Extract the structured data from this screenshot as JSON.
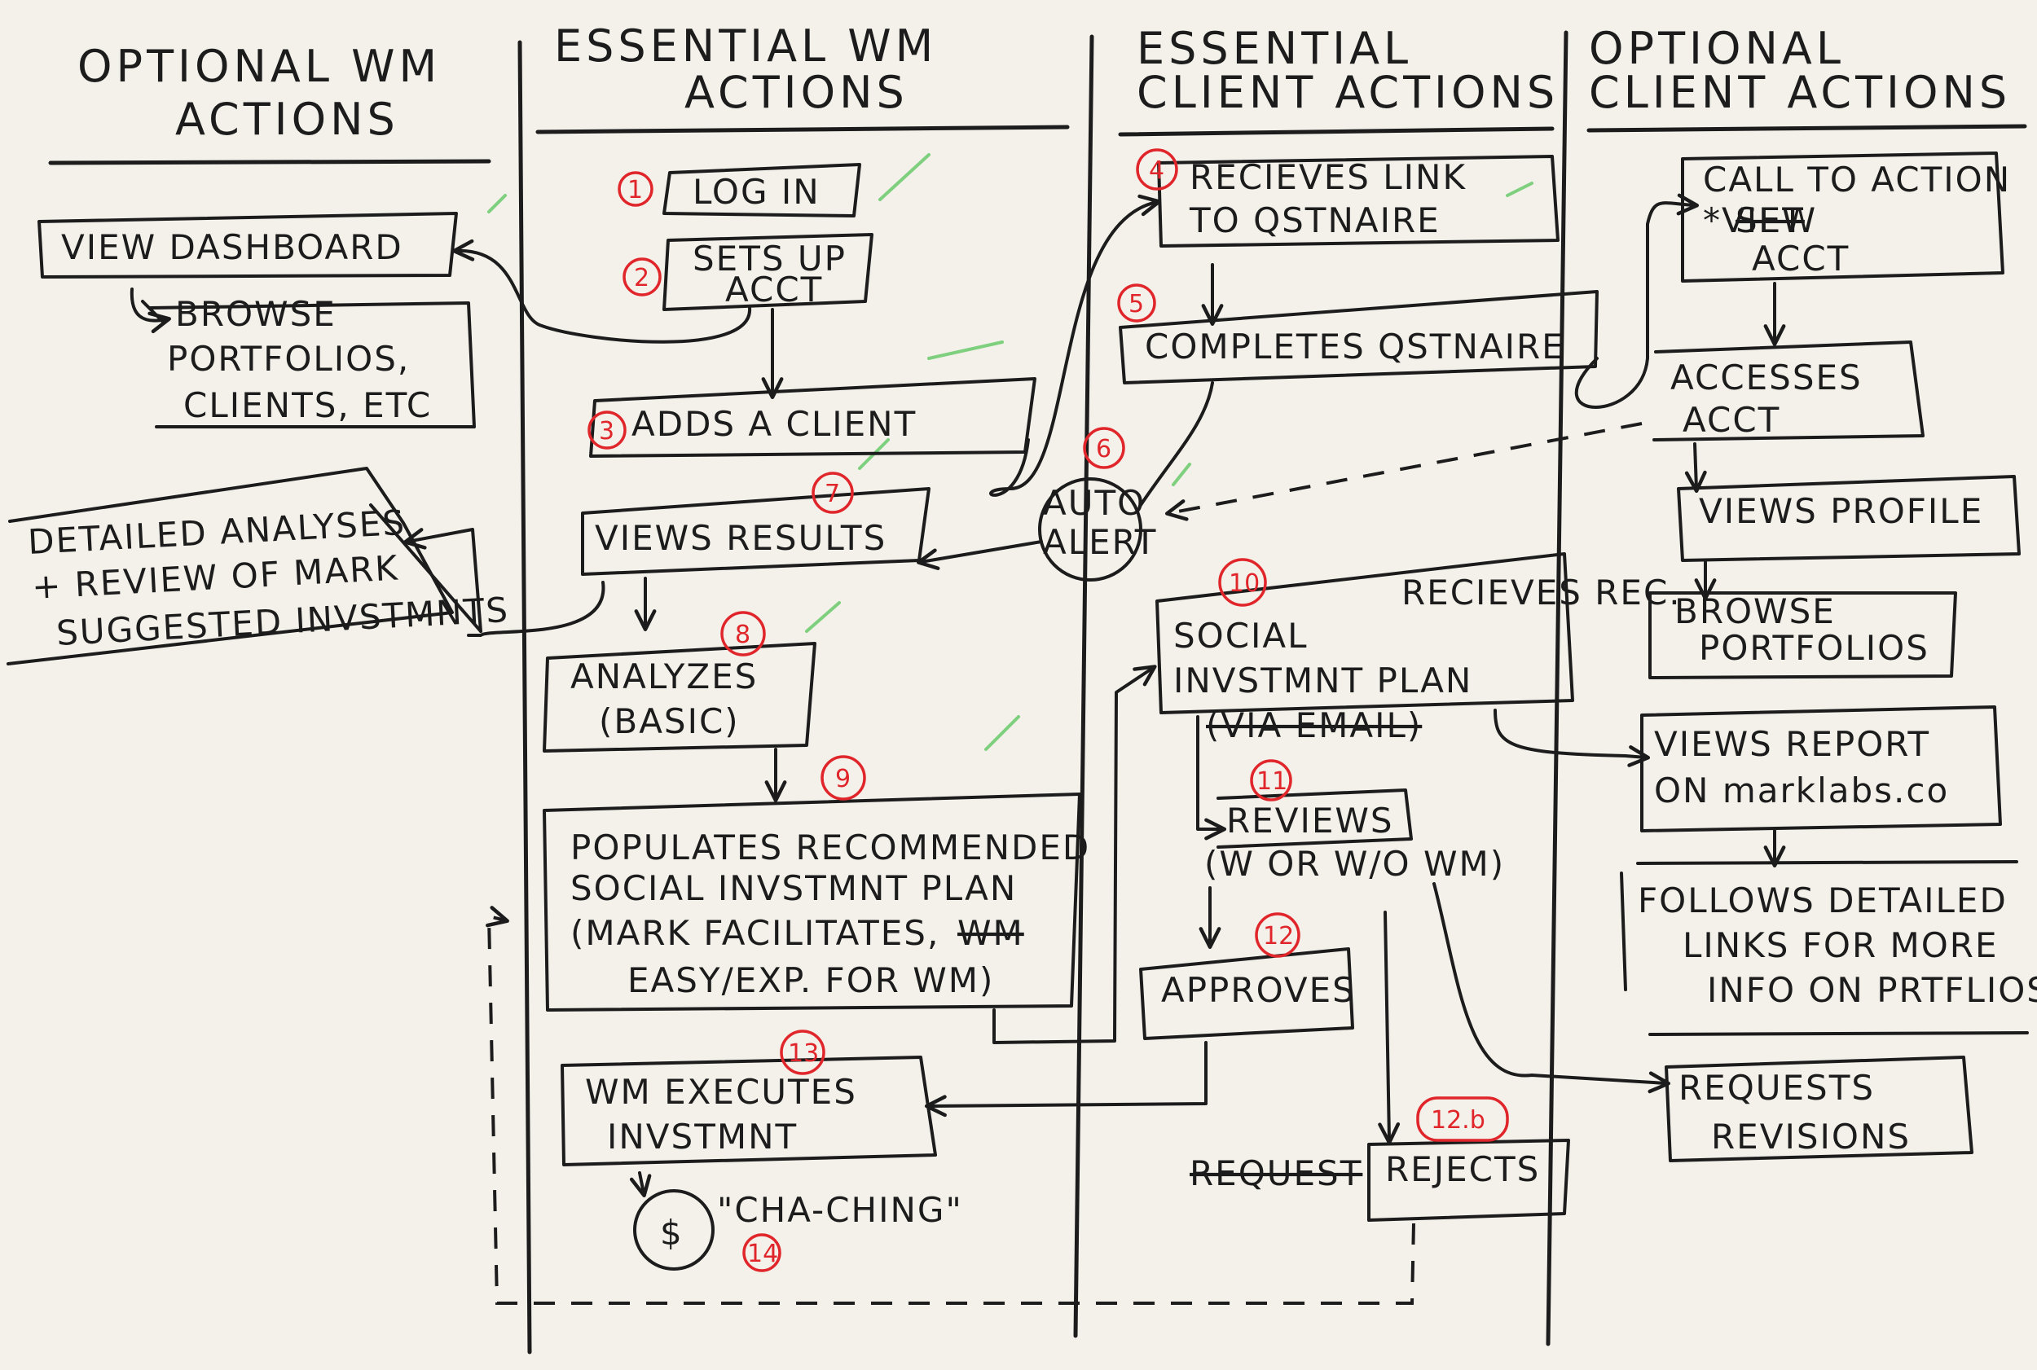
{
  "colors": {
    "ink": "#1c1c1c",
    "step_number": "#e0262b",
    "paper": "#f3f1ea",
    "highlight": "#7ed07e"
  },
  "lanes": [
    {
      "line1": "OPTIONAL WM",
      "line2": "ACTIONS"
    },
    {
      "line1": "ESSENTIAL WM",
      "line2": "ACTIONS"
    },
    {
      "line1": "ESSENTIAL",
      "line2": "CLIENT ACTIONS"
    },
    {
      "line1": "OPTIONAL",
      "line2": "CLIENT ACTIONS"
    }
  ],
  "optional_wm": {
    "view_dashboard": "VIEW DASHBOARD",
    "browse": [
      "BROWSE",
      "PORTFOLIOS,",
      "CLIENTS, ETC"
    ],
    "detailed": [
      "DETAILED ANALYSES",
      "+ REVIEW OF MARK",
      "SUGGESTED INVSTMNTS"
    ]
  },
  "essential_wm": {
    "login": {
      "num": "1",
      "text": "LOG IN"
    },
    "setup": {
      "num": "2",
      "text": [
        "SETS UP",
        "ACCT"
      ]
    },
    "add_client": {
      "num": "3",
      "text": "ADDS A CLIENT"
    },
    "views_results": {
      "num": "7",
      "text": "VIEWS RESULTS"
    },
    "analyzes": {
      "num": "8",
      "text": [
        "ANALYZES",
        "(BASIC)"
      ]
    },
    "populates": {
      "num": "9",
      "text": [
        "POPULATES RECOMMENDED",
        "SOCIAL INVSTMNT PLAN",
        "(MARK FACILITATES,",
        "EASY/EXP. FOR WM)"
      ],
      "struck": "WM"
    },
    "executes": {
      "num": "13",
      "text": [
        "WM EXECUTES",
        "INVSTMNT"
      ]
    },
    "cha_ching": {
      "num": "14",
      "symbol": "$",
      "text": "\"CHA-CHING\""
    }
  },
  "essential_client": {
    "receives_link": {
      "num": "4",
      "text": [
        "RECIEVES LINK",
        "TO QSTNAIRE"
      ]
    },
    "completes": {
      "num": "5",
      "text": "COMPLETES QSTNAIRE"
    },
    "auto_alert": {
      "num": "6",
      "text": [
        "AUTO",
        "ALERT"
      ]
    },
    "receives_plan": {
      "num": "10",
      "text": [
        "RECIEVES REC.",
        "SOCIAL",
        "INVSTMNT PLAN",
        "(VIA EMAIL)"
      ]
    },
    "reviews": {
      "num": "11",
      "text": [
        "REVIEWS",
        "(W OR W/O WM)"
      ]
    },
    "approves": {
      "num": "12",
      "text": "APPROVES"
    },
    "rejects": {
      "num": "12.b",
      "text": "REJECTS",
      "struck": "REQUEST"
    }
  },
  "optional_client": {
    "call_to_action": {
      "text": [
        "CALL TO ACTION",
        "*VIEW",
        "ACCT"
      ],
      "struck": "SET"
    },
    "accesses": [
      "ACCESSES",
      "ACCT"
    ],
    "views_profile": "VIEWS PROFILE",
    "browse_portfolios": [
      "BROWSE",
      "PORTFOLIOS"
    ],
    "views_report": [
      "VIEWS REPORT",
      "ON marklabs.co"
    ],
    "follows": [
      "FOLLOWS DETAILED",
      "LINKS FOR MORE",
      "INFO ON PRTFLIOS"
    ],
    "requests": [
      "REQUESTS",
      "REVISIONS"
    ]
  }
}
